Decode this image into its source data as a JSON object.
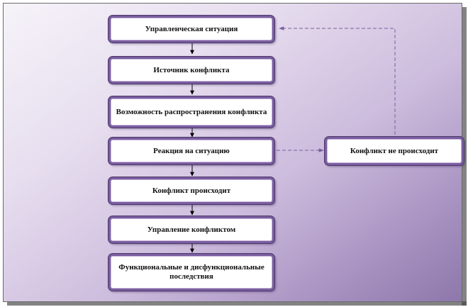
{
  "nodes": [
    {
      "id": "management-situation",
      "label": "Управленческая ситуация"
    },
    {
      "id": "conflict-source",
      "label": "Источник конфликта"
    },
    {
      "id": "spread-possibility",
      "label": "Возможность распространения конфликта"
    },
    {
      "id": "reaction",
      "label": "Реакция на ситуацию"
    },
    {
      "id": "conflict-occurs",
      "label": "Конфликт происходит"
    },
    {
      "id": "conflict-management",
      "label": "Управление конфликтом"
    },
    {
      "id": "consequences",
      "label": "Функциональные и дисфункциональные последствия"
    },
    {
      "id": "no-conflict",
      "label": "Конфликт не происходит"
    }
  ],
  "colors": {
    "node_border": "#7a5ea0",
    "background_dark": "#8e78ab",
    "dashed_connector": "#7a5ea0",
    "solid_connector": "#000000"
  }
}
